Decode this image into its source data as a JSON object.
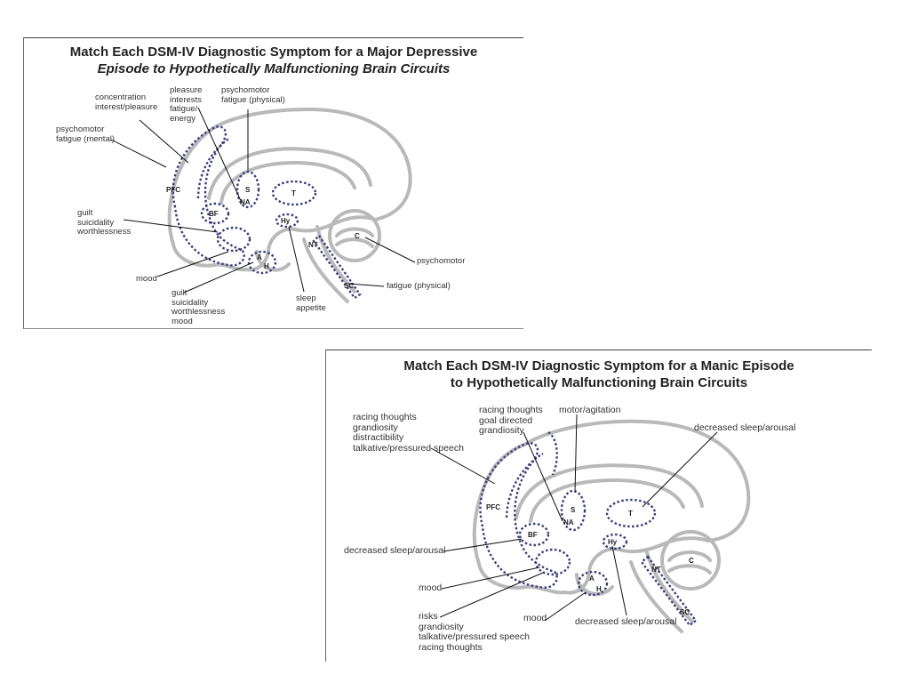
{
  "depressive": {
    "title_line1": "Match Each DSM-IV Diagnostic Symptom for a Major Depressive",
    "title_line2": "Episode to Hypothetically Malfunctioning Brain Circuits",
    "labels": {
      "concentration": [
        "concentration",
        "interest/pleasure"
      ],
      "pleasure": [
        "pleasure",
        "interests",
        "fatigue/",
        "energy"
      ],
      "psychomotor_physical": [
        "psychomotor",
        "fatigue (physical)"
      ],
      "psychomotor_mental": [
        "psychomotor",
        "fatigue (mental)"
      ],
      "guilt_top": [
        "guilt",
        "suicidality",
        "worthlessness"
      ],
      "mood": [
        "mood"
      ],
      "guilt_bottom": [
        "guilt",
        "suicidality",
        "worthlessness",
        "mood"
      ],
      "sleep": [
        "sleep",
        "appetite"
      ],
      "psychomotor": [
        "psychomotor"
      ],
      "fatigue_physical": [
        "fatigue (physical)"
      ]
    },
    "regions": {
      "pfc": "PFC",
      "s": "S",
      "na": "NA",
      "t": "T",
      "bf": "BF",
      "hy": "Hy",
      "nt": "NT",
      "c": "C",
      "a": "A",
      "h": "H",
      "sc": "SC"
    }
  },
  "manic": {
    "title_line1": "Match Each DSM-IV Diagnostic Symptom for a Manic Episode",
    "title_line2": "to Hypothetically Malfunctioning Brain Circuits",
    "labels": {
      "racing_left": [
        "racing thoughts",
        "grandiosity",
        "distractibility",
        "talkative/pressured speech"
      ],
      "racing_mid": [
        "racing thoughts",
        "goal directed",
        "grandiosity"
      ],
      "motor": [
        "motor/agitation"
      ],
      "decreased_top": [
        "decreased sleep/arousal"
      ],
      "decreased_left": [
        "decreased sleep/arousal"
      ],
      "mood_left": [
        "mood"
      ],
      "risks": [
        "risks",
        "grandiosity",
        "talkative/pressured speech",
        "racing thoughts"
      ],
      "mood_bottom": [
        "mood"
      ],
      "decreased_bottom": [
        "decreased sleep/arousal"
      ]
    },
    "regions": {
      "pfc": "PFC",
      "s": "S",
      "na": "NA",
      "t": "T",
      "bf": "BF",
      "hy": "Hy",
      "nt": "NT",
      "c": "C",
      "a": "A",
      "h": "H",
      "sc": "SC"
    }
  }
}
